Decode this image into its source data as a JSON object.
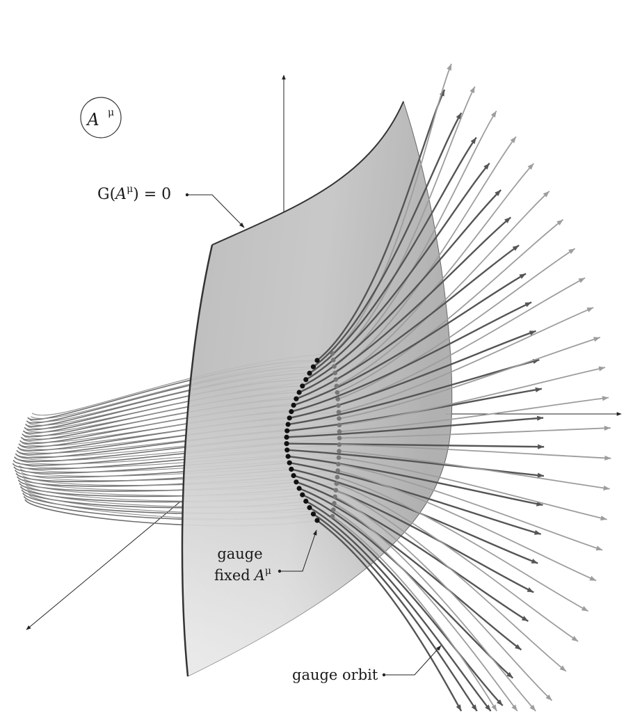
{
  "space_label": {
    "base": "A",
    "sup": "μ"
  },
  "constraint_label": {
    "prefix": "G(",
    "base": "A",
    "sup": "μ",
    "suffix": ") = 0"
  },
  "fixed_label": {
    "line1": "gauge",
    "line2_word": "fixed",
    "base": "A",
    "sup": "μ"
  },
  "orbit_label": "gauge orbit",
  "colors": {
    "surface_light": "#e8e8e8",
    "surface_dark": "#b4b4b4",
    "surface_edge": "#3a3a3a",
    "orbit_front_dark": "#555555",
    "orbit_front_light": "#9d9d9d",
    "orbit_back": "#6e6e6e",
    "point_front": "#111111",
    "point_back": "#777777",
    "axis": "#222222"
  }
}
